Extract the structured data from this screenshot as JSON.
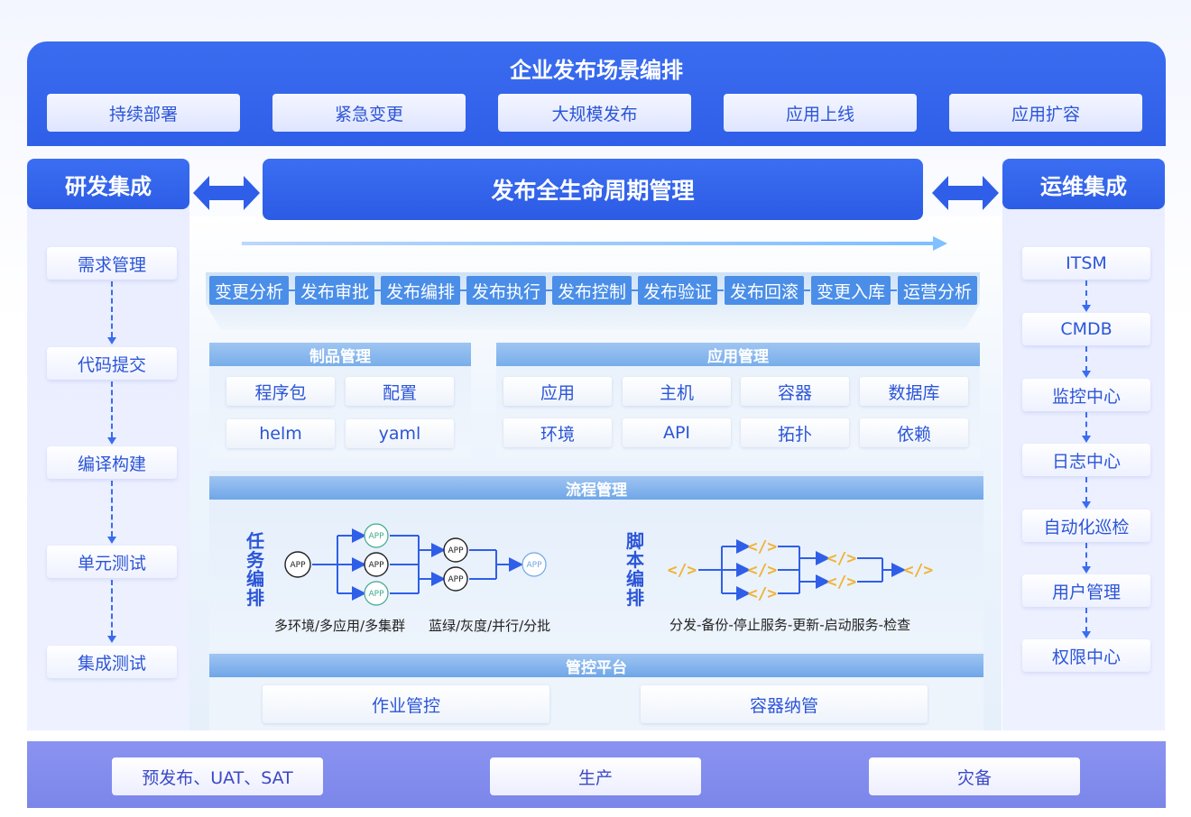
{
  "top": {
    "title": "企业发布场景编排",
    "scenes": [
      "持续部署",
      "紧急变更",
      "大规模发布",
      "应用上线",
      "应用扩容"
    ]
  },
  "left": {
    "title": "研发集成",
    "items": [
      "需求管理",
      "代码提交",
      "编译构建",
      "单元测试",
      "集成测试"
    ]
  },
  "right": {
    "title": "运维集成",
    "items": [
      "ITSM",
      "CMDB",
      "监控中心",
      "日志中心",
      "自动化巡检",
      "用户管理",
      "权限中心"
    ]
  },
  "lifecycle": {
    "title": "发布全生命周期管理",
    "stages": [
      "变更分析",
      "发布审批",
      "发布编排",
      "发布执行",
      "发布控制",
      "发布验证",
      "发布回滚",
      "变更入库",
      "运营分析"
    ]
  },
  "product": {
    "title": "制品管理",
    "items": [
      "程序包",
      "配置",
      "helm",
      "yaml"
    ]
  },
  "app": {
    "title": "应用管理",
    "items": [
      "应用",
      "主机",
      "容器",
      "数据库",
      "环境",
      "API",
      "拓扑",
      "依赖"
    ]
  },
  "process": {
    "title": "流程管理",
    "task_label": "任务编排",
    "script_label": "脚本编排",
    "app_node": "APP",
    "task_caption_1": "多环境/多应用/多集群",
    "task_caption_2": "蓝绿/灰度/并行/分批",
    "script_caption": "分发-备份-停止服务-更新-启动服务-检查",
    "code_glyph": "</>"
  },
  "control": {
    "title": "管控平台",
    "items": [
      "作业管控",
      "容器纳管"
    ]
  },
  "environments": [
    "预发布、UAT、SAT",
    "生产",
    "灾备"
  ],
  "colors": {
    "primary": "#2f5fe8",
    "accent_light": "#78aeea",
    "bottom": "#7b86ea",
    "code_orange": "#f2b233"
  }
}
